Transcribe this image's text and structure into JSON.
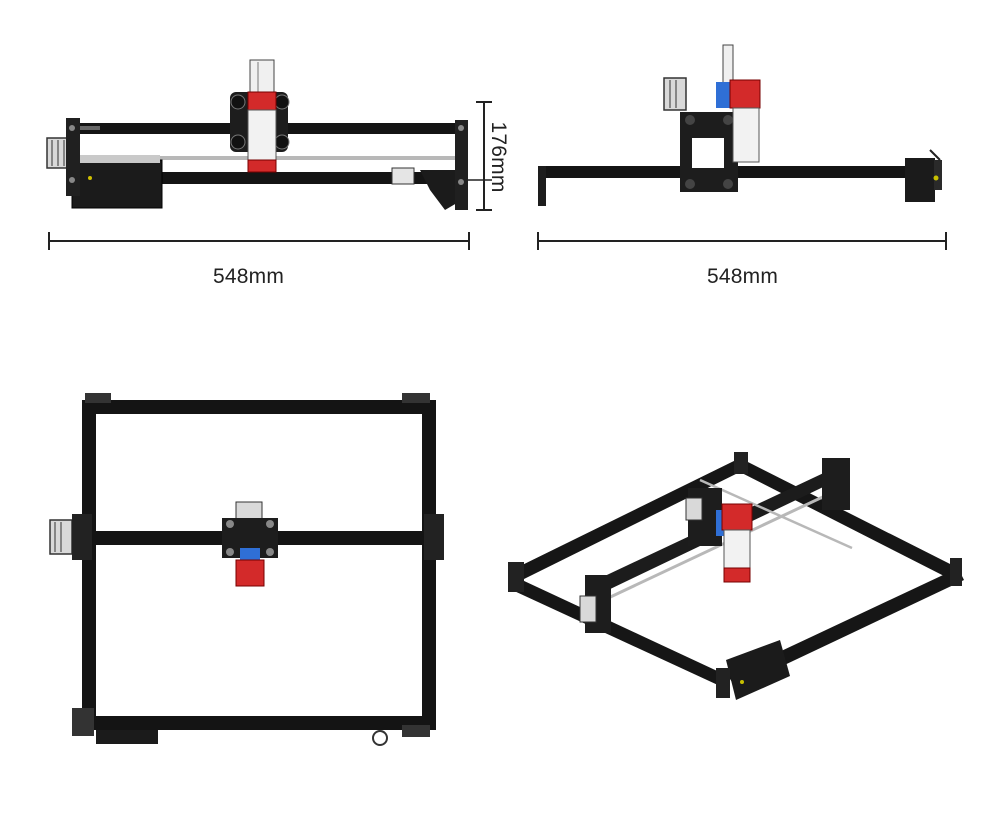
{
  "views": {
    "front": {
      "width_label": "548mm",
      "height_label": "176mm"
    },
    "side": {
      "width_label": "548mm"
    },
    "top": {},
    "iso": {}
  },
  "colors": {
    "frame": "#141414",
    "laser_red": "#d32a2a",
    "laser_blue": "#2f6fd6",
    "rod": "#b8b8b8",
    "dimension_line": "#222222"
  }
}
